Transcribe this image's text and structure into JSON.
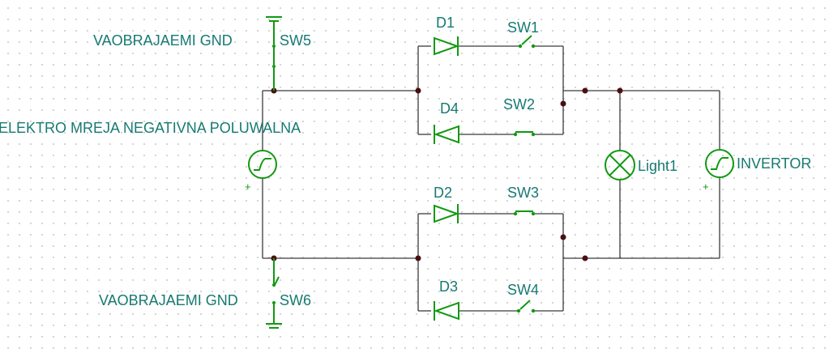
{
  "colors": {
    "label": "#167a72",
    "component": "#119911",
    "wire": "#3a3a3a",
    "junction": "#4a0f0f"
  },
  "labels": {
    "sw5_ground": "VAOBRAJAEMI  GND",
    "sw5": "SW5",
    "sw6_ground": "VAOBRAJAEMI GND",
    "sw6": "SW6",
    "source": "ELEKTRO MREJA NEGATIVNA POLUWALNA",
    "d1": "D1",
    "d2": "D2",
    "d3": "D3",
    "d4": "D4",
    "sw1": "SW1",
    "sw2": "SW2",
    "sw3": "SW3",
    "sw4": "SW4",
    "light": "Light1",
    "inverter": "INVERTOR",
    "plus": "+"
  }
}
